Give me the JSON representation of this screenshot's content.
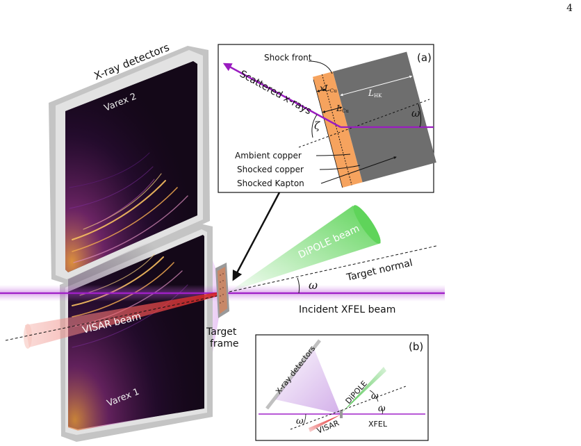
{
  "page_number": "4",
  "main": {
    "detectors_title": "X-ray detectors",
    "varex2": "Varex 2",
    "varex1": "Varex 1",
    "dipole_beam": "DiPOLE beam",
    "target_normal": "Target normal",
    "omega": "ω",
    "incident_beam": "Incident XFEL beam",
    "visar_beam": "VISAR beam",
    "target_frame_line1": "Target",
    "target_frame_line2": "frame"
  },
  "inset_a": {
    "tag": "(a)",
    "shock_front": "Shock front",
    "scattered": "Scattered x-rays",
    "x_l_cu": "xL",
    "l_cu": "L",
    "cu_sub": "Cu",
    "l_hk": "L",
    "hk_sub": "HK",
    "zeta": "ζ",
    "omega": "ω",
    "ambient_copper": "Ambient copper",
    "shocked_copper": "Shocked copper",
    "shocked_kapton": "Shocked Kapton"
  },
  "inset_b": {
    "tag": "(b)",
    "detectors": "X-ray detectors",
    "dipole": "DiPOLE",
    "omega": "ω",
    "xfel": "XFEL",
    "visar": "VISAR"
  },
  "colors": {
    "xfel_purple": "#a020c8",
    "copper_orange": "#f6a35e",
    "kapton_gray": "#6e6e6e",
    "dipole_green": "#58d050",
    "visar_red": "#e03030",
    "detector_dark": "#140818"
  }
}
